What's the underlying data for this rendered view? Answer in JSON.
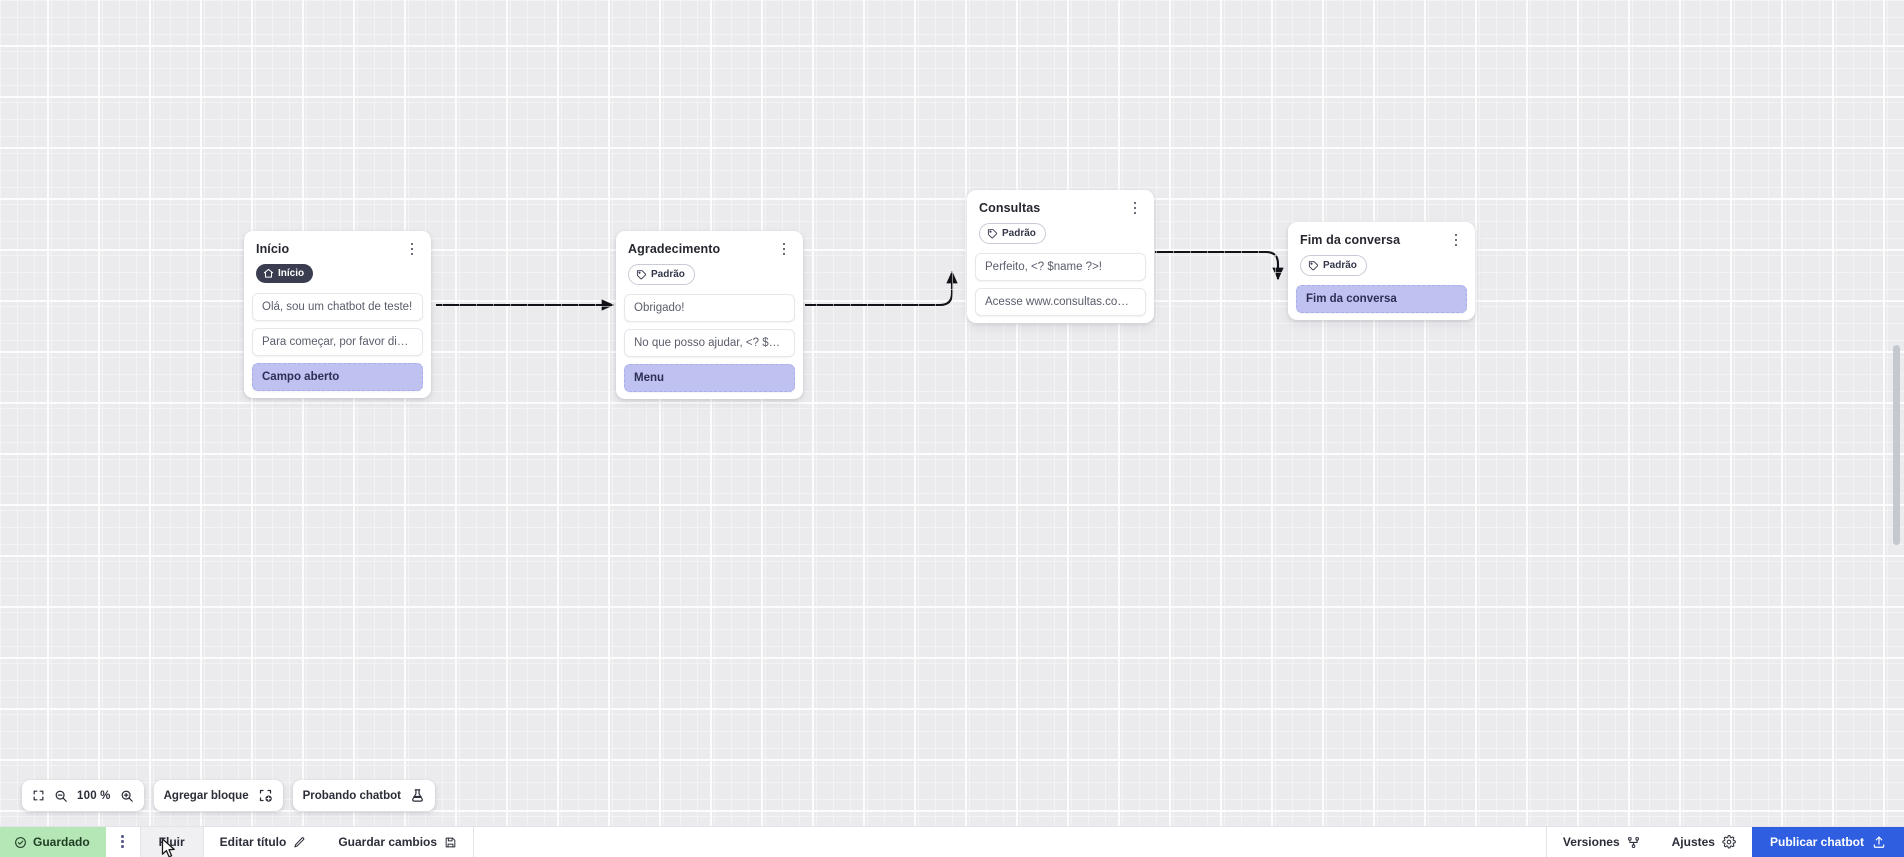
{
  "canvas": {
    "zoom_level": "100 %",
    "nodes": [
      {
        "id": "inicio",
        "title": "Início",
        "tag": {
          "label": "Início",
          "type": "start",
          "icon": "home-icon"
        },
        "blocks": [
          {
            "text": "Olá, sou um chatbot de teste!",
            "style": "plain"
          },
          {
            "text": "Para começar, por favor digite o ...",
            "style": "plain"
          },
          {
            "text": "Campo aberto",
            "style": "accent"
          }
        ]
      },
      {
        "id": "agradecimento",
        "title": "Agradecimento",
        "tag": {
          "label": "Padrão",
          "type": "default",
          "icon": "tag-icon"
        },
        "blocks": [
          {
            "text": "Obrigado!",
            "style": "plain"
          },
          {
            "text": "No que posso ajudar, <? $name ...",
            "style": "plain"
          },
          {
            "text": "Menu",
            "style": "accent"
          }
        ]
      },
      {
        "id": "consultas",
        "title": "Consultas",
        "tag": {
          "label": "Padrão",
          "type": "default",
          "icon": "tag-icon"
        },
        "blocks": [
          {
            "text": "Perfeito, <? $name ?>!",
            "style": "plain"
          },
          {
            "text": "Acesse www.consultas.com par...",
            "style": "plain"
          }
        ]
      },
      {
        "id": "fim",
        "title": "Fim da conversa",
        "tag": {
          "label": "Padrão",
          "type": "default",
          "icon": "tag-icon"
        },
        "blocks": [
          {
            "text": "Fim da conversa",
            "style": "accent"
          }
        ]
      }
    ]
  },
  "toolbar": {
    "fit_icon": "fit-screen-icon",
    "zoom_out_icon": "zoom-out-icon",
    "zoom_in_icon": "zoom-in-icon",
    "zoom_level": "100 %",
    "add_block_label": "Agregar bloque",
    "add_block_icon": "add-block-icon",
    "test_chatbot_label": "Probando chatbot",
    "test_chatbot_icon": "flask-icon"
  },
  "statusbar": {
    "saved_label": "Guardado",
    "saved_icon": "check-circle-icon",
    "menu_icon": "kebab-icon",
    "tab_flow_label": "Fluir",
    "edit_title_label": "Editar título",
    "edit_title_icon": "pencil-icon",
    "save_changes_label": "Guardar cambios",
    "save_changes_icon": "save-disk-icon",
    "versions_label": "Versiones",
    "versions_icon": "branch-icon",
    "settings_label": "Ajustes",
    "settings_icon": "gear-icon",
    "publish_label": "Publicar chatbot",
    "publish_icon": "upload-icon"
  },
  "colors": {
    "accent_block": "#bfc2f0",
    "publish_button": "#2f5fe0",
    "saved_badge": "#b5e6b5",
    "start_tag": "#3a3d50"
  }
}
